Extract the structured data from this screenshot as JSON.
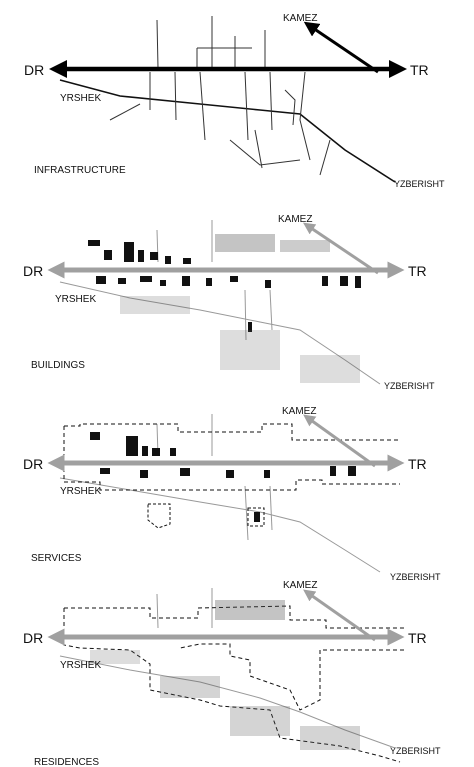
{
  "panels": [
    {
      "theme": "infrastructure",
      "caption": "INFRASTRUCTURE",
      "labels": {
        "west": "DR",
        "east": "TR",
        "north": "KAMEZ",
        "southwest": "YRSHEK",
        "southeast": "YZBERISHT"
      },
      "axis_color": "#000000"
    },
    {
      "theme": "buildings",
      "caption": "BUILDINGS",
      "labels": {
        "west": "DR",
        "east": "TR",
        "north": "KAMEZ",
        "southwest": "YRSHEK",
        "southeast": "YZBERISHT"
      },
      "axis_color": "#a0a0a0"
    },
    {
      "theme": "services",
      "caption": "SERVICES",
      "labels": {
        "west": "DR",
        "east": "TR",
        "north": "KAMEZ",
        "southwest": "YRSHEK",
        "southeast": "YZBERISHT"
      },
      "axis_color": "#a0a0a0"
    },
    {
      "theme": "residences",
      "caption": "RESIDENCES",
      "labels": {
        "west": "DR",
        "east": "TR",
        "north": "KAMEZ",
        "southwest": "YRSHEK",
        "southeast": "YZBERISHT"
      },
      "axis_color": "#a0a0a0"
    }
  ]
}
